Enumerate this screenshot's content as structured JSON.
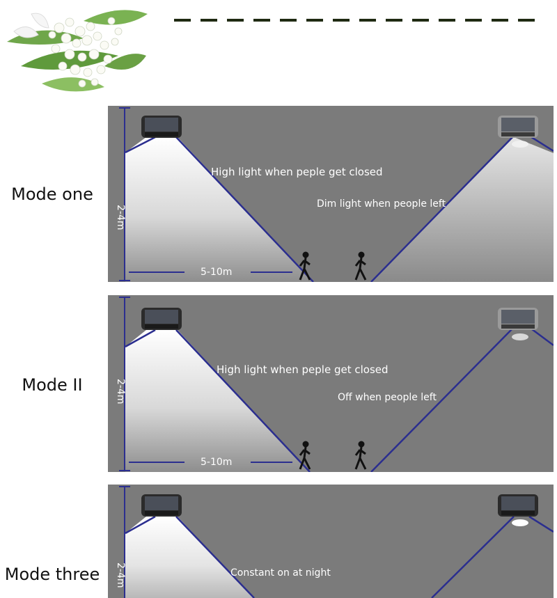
{
  "modes": [
    {
      "label": "Mode one",
      "height_label": "2-4m",
      "distance_label": "5-10m",
      "near_text": "High light when peple get closed",
      "far_text": "Dim light when people left"
    },
    {
      "label": "Mode II",
      "height_label": "2-4m",
      "distance_label": "5-10m",
      "near_text": "High light when peple get closed",
      "far_text": "Off when people left"
    },
    {
      "label": "Mode three",
      "height_label": "2-4m",
      "constant_text": "Constant on at night"
    }
  ],
  "colors": {
    "panel_background": "#7b7b7b",
    "beam_line": "#2b2e8f",
    "dash": "#1f2a12"
  }
}
